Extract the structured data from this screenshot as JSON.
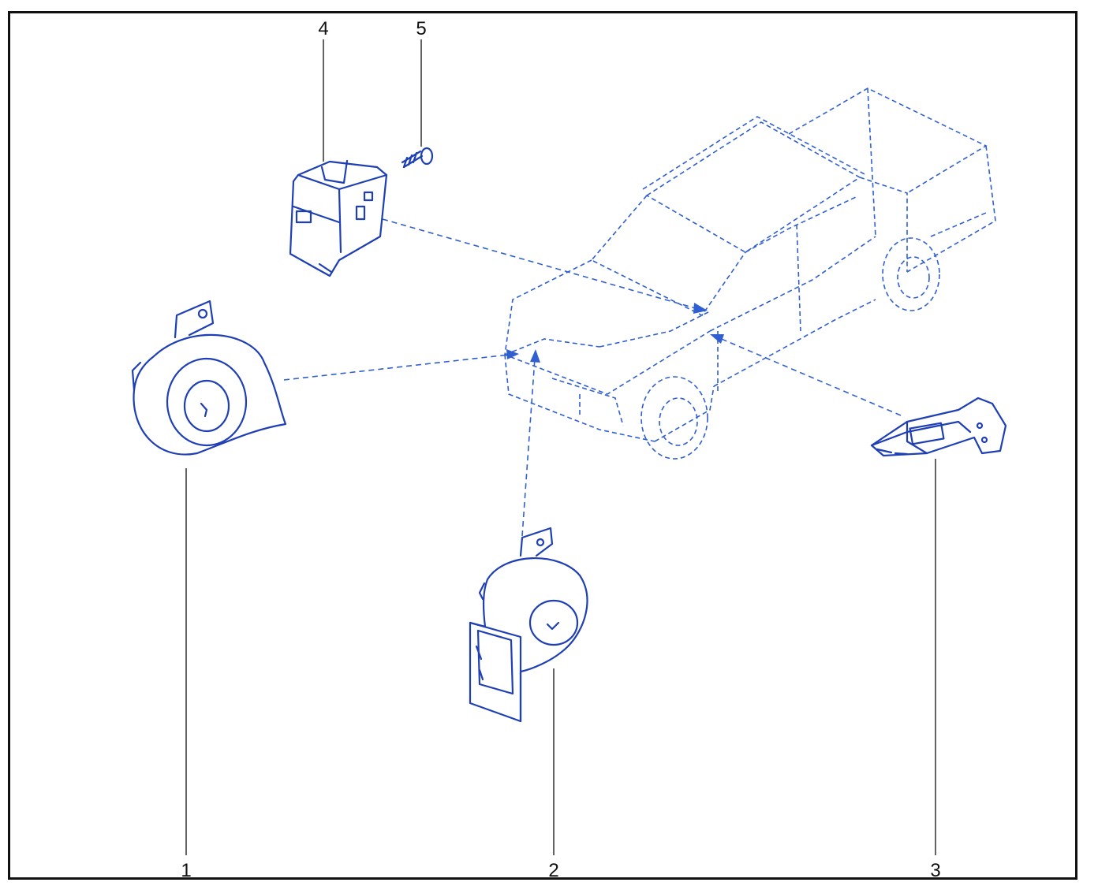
{
  "diagram": {
    "callouts": [
      {
        "id": "1",
        "label": "1"
      },
      {
        "id": "2",
        "label": "2"
      },
      {
        "id": "3",
        "label": "3"
      },
      {
        "id": "4",
        "label": "4"
      },
      {
        "id": "5",
        "label": "5"
      }
    ],
    "colors": {
      "part_line": "#1f3fb4",
      "vehicle_dashed": "#2f5fd0",
      "leader": "#222222",
      "frame": "#111111"
    }
  }
}
